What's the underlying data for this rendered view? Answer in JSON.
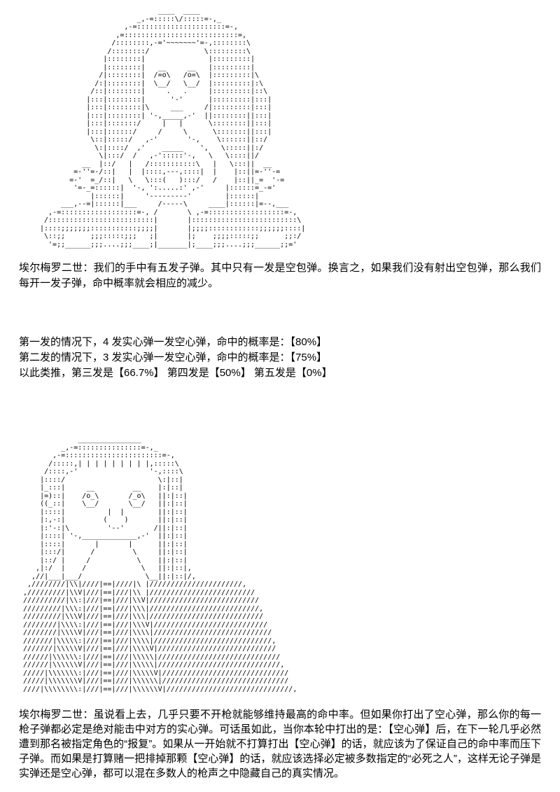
{
  "page": {
    "background_color": "#ffffff",
    "text_color": "#000000"
  },
  "ascii_art": {
    "top": [
      "                            ____  ____",
      "                       _,-=:::::\\/:::::=-,_",
      "                    ,-=:::::::::::::::::::::=-,",
      "                  ,=:::::::::::::::::::::::::::=,",
      "                 /::::::::,-='~~~~~~~'=-,::::::::\\",
      "                /::::::::/             \\:::::::::\\",
      "               |::::::::|               |:::::::::|",
      "               |::::::::|   __     __   |:::::::::|",
      "              /|::::::::|  /=o\\   /o=\\  |:::::::::|\\",
      "             /:|::::::::|  \\__/   \\__/  |:::::::::|:\\",
      "            /::|::::::::|     .   .     |:::::::::|::\\",
      "           |:::|::::::::|      '-'      |:::::::::|:::|",
      "           |:::|::::::::|\\     ___     /|:::::::::|:::|",
      "           |:::|::::::::| '-,_____,-'  ||::::::::||:::|",
      "           |:::|:::::::/     |   |      \\::::::::||:::|",
      "           |:::|::::::/     /     \\      \\:::::::||:::|",
      "            \\::|:::::/   ,-'       '-,    \\::::::||::/",
      "             \\:|::::/  ,'    _____    ',   \\:::::||:/",
      "              \\|:::/  /   ,-':::::'-,   \\   \\::::||/",
      "          __  |::/   |   /:::::::::::\\   |   \\:::||  __",
      "        =-''=-/::|   |  |::::,---,::::|  |    |::||=-''-=",
      "       =-'  =_/::|   \\   \\:::(   ):::/   /    |::||_=  '-=",
      "        '=-_=::::::|  '-, ':.....:' ,-'     |::::::=_-='",
      "            |::::::|     '---------'        |::::::|",
      "     ___,--=|::::::|___     /-----\\     ____|::::::|=--,___",
      "  ,-=::::::::::::::::::=-, /       \\ ,-=::::::::::::::::::=-,",
      " /:::::::::::::::::::::::::|       |:::::::::::::::::::::::::\\",
      "|::::;;;;;;;:::::::::::;;;;|       |;;;;::::::::::::;;;;;;::::|",
      " \\::;;      ;;;:::::;;;   ;|       |;    ;;;;:::::;;      ;;:/",
      "  '=;;______;;;....;;;____;|_______|;____;;;....;;;______;;='"
    ],
    "bottom": [
      "             _______________",
      "         _,-=:::::::::::::::=-,_",
      "       ,-=:::::::::::::::::::::::=-,",
      "      /:::::,| | | | | | | | |,:::::\\",
      "     /::::,-'                 '-,::::\\",
      "    |::::/                      \\:|::|",
      "    |_:::|     __         __    |:|::|",
      "    |=)::|    /o_\\       /_o\\   ||:|::|",
      "    ((_::|    \\__/       \\__/   ||:|::|",
      "    |::::|          |  |        ||:|::|",
      "    |:,-:|         (    )       ||:|::|",
      "    |:'-:|\\         '--'       /||:|::|",
      "    |::::| '-,_____________,-'  ||:|::|",
      "    |::::|       |       |      ||:|::|",
      "    |:::/|      /         \\     ||:|::|",
      "    |::/ |     /           \\    ||:|::|",
      "   ,|:/  |    /             \\   ||:|::|,",
      "  ,//|___|___/               \\__||:|::|/,",
      " ,////////|\\\\|////|==|////|\\ |//////////////////////,",
      ",/////////|\\\\V|///|==|///|\\\\ |/////////////////////////",
      "//////////|\\\\:|///|==|///|\\\\V|//////////////////////////",
      "/////////|\\\\\\:|///|==|///|\\\\\\|//////////////////////////,",
      "/////////|\\\\\\V|///|==|///|\\\\\\|///////////////////////////",
      "////////|\\\\\\\\:|///|==|///|\\\\\\V|///////////////////////////",
      "////////|\\\\\\\\V|///|==|///|\\\\\\\\|////////////////////////////",
      "///////|\\\\\\\\\\:|///|==|///|\\\\\\\\|////////////////////////////,",
      "///////|\\\\\\\\\\V|///|==|///|\\\\\\\\V|////////////////////////////",
      "//////|\\\\\\\\\\\\:|///|==|///|\\\\\\\\\\|/////////////////////////////",
      "//////|\\\\\\\\\\\\V|///|==|///|\\\\\\\\\\|/////////////////////////////,",
      "/////|\\\\\\\\\\\\\\:|///|==|///|\\\\\\\\\\V|//////////////////////////////",
      "/////|\\\\\\\\\\\\\\V|///|==|///|\\\\\\\\\\\\|//////////////////////////////",
      "////|\\\\\\\\\\\\\\\\:|///|==|///|\\\\\\\\\\\\V|//////////////////////////////,"
    ]
  },
  "dialogue": {
    "paragraph1": "埃尔梅罗二世：我们的手中有五发子弹。其中只有一发是空包弹。换言之，如果我们没有射出空包弹，那么我们每开一发子弹，命中概率就会相应的减少。",
    "probability_lines": [
      "第一发的情况下，4 发实心弹一发空心弹，命中的概率是：【80%】",
      "第二发的情况下，3 发实心弹一发空心弹，命中的概率是：【75%】",
      "以此类推，第三发是【66.7%】  第四发是【50%】  第五发是【0%】"
    ],
    "paragraph2": "埃尔梅罗二世：虽说看上去，几乎只要不开枪就能够维持最高的命中率。但如果你打出了空心弹，那么你的每一枪子弹都必定是绝对能击中对方的实心弹。可话虽如此，当你本轮中打出的是：【空心弹】后，在下一轮几乎必然遭到那名被指定角色的“报复”。如果从一开始就不打算打出【空心弹】的话，就应该为了保证自己的命中率而压下子弹。而如果是打算赌一把排掉那颗【空心弹】的话，就应该选择必定被多数指定的“必死之人”，这样无论子弹是实弹还是空心弹，都可以混在多数人的枪声之中隐藏自己的真实情况。"
  }
}
